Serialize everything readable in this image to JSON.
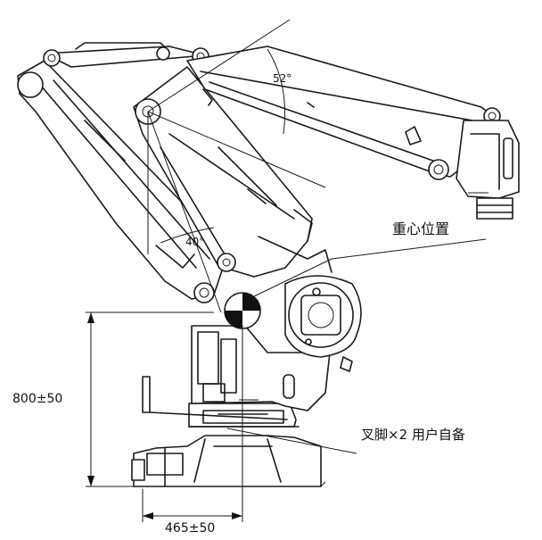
{
  "annotations": {
    "angle_top": "52°",
    "angle_mid": "40°",
    "center_of_gravity": "重心位置",
    "fork_note": "叉脚×2 用户自备",
    "height_dim": "800±50",
    "width_dim": "465±50"
  },
  "colors": {
    "line": "#1a1a1a",
    "background": "#ffffff"
  }
}
